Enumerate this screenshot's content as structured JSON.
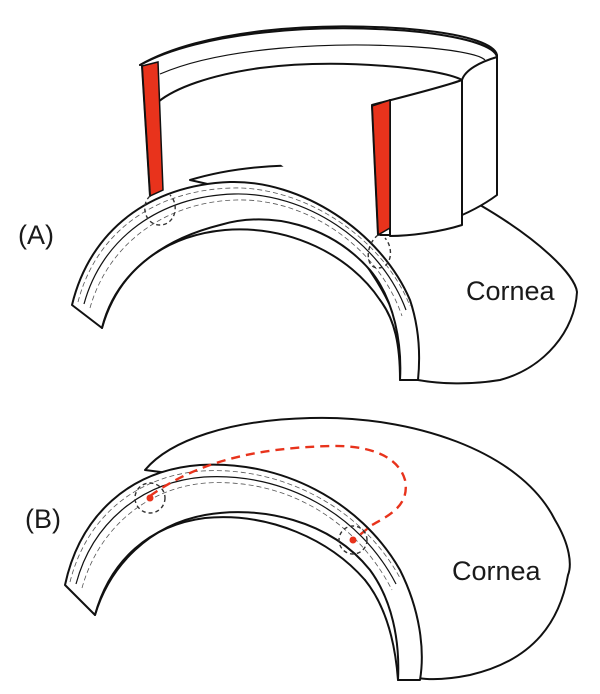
{
  "panel_a": {
    "label": "(A)",
    "region_label": "Cornea"
  },
  "panel_b": {
    "label": "(B)",
    "region_label": "Cornea"
  },
  "colors": {
    "incision": "#e8331c",
    "outline": "#111111",
    "background": "#ffffff"
  }
}
